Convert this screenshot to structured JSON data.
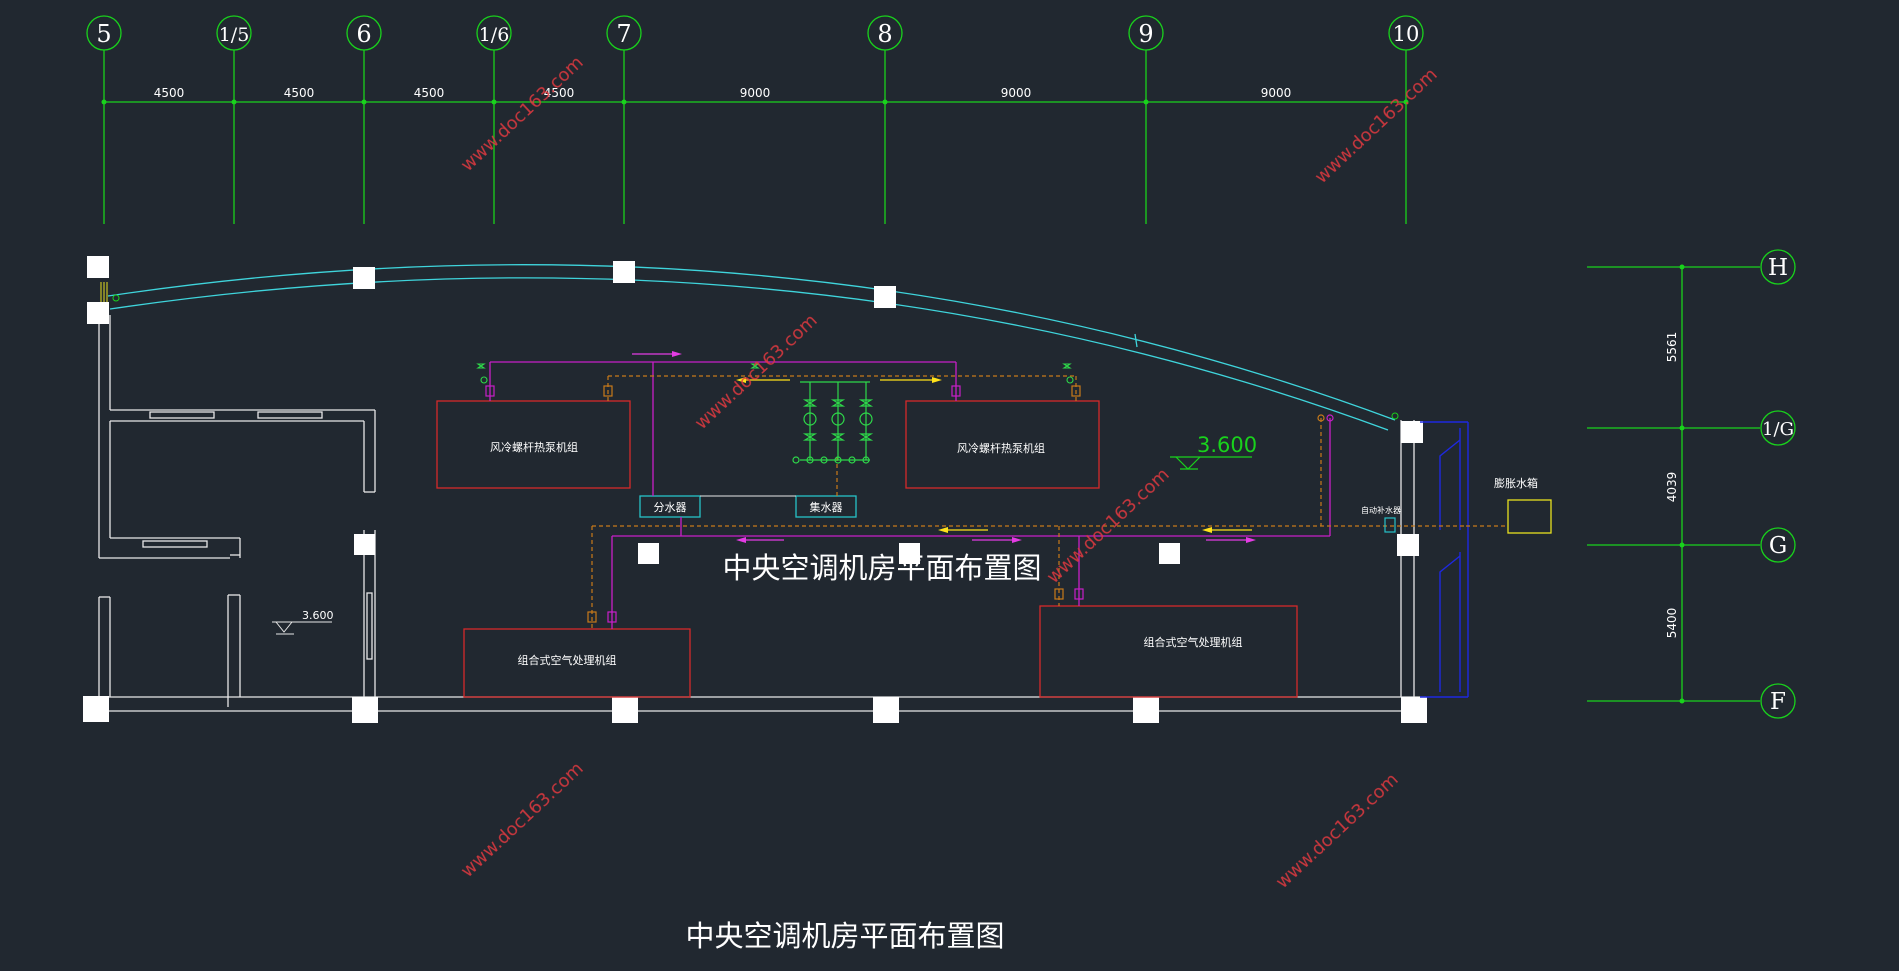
{
  "colors": {
    "background": "#212830",
    "grid": "#19d21c",
    "wall": "#e8e8e8",
    "curve": "#3fd5dc",
    "equipment": "#d42a2a",
    "pipe_supply": "#c81fc8",
    "pipe_return": "#c87a1a",
    "arrow_yellow": "#ffe21a",
    "arrow_magenta": "#e43ce4",
    "valve_green": "#2ed84a",
    "header_box": "#26c2c8",
    "tank": "#e8e020",
    "duct_blue": "#1e28e0",
    "watermark": "#e03a40"
  },
  "axes_top": [
    "5",
    "1/5",
    "6",
    "1/6",
    "7",
    "8",
    "9",
    "10"
  ],
  "spans_top": [
    "4500",
    "4500",
    "4500",
    "4500",
    "9000",
    "9000",
    "9000"
  ],
  "axes_right": [
    "H",
    "1/G",
    "G",
    "F"
  ],
  "spans_right": [
    "5561",
    "4039",
    "5400"
  ],
  "plan": {
    "title_inside": "中央空调机房平面布置图",
    "title_bottom": "中央空调机房平面布置图",
    "elevation_main": "3.600",
    "elevation_side": "3.600",
    "chiller_left": "风冷螺杆热泵机组",
    "chiller_right": "风冷螺杆热泵机组",
    "ahu_left": "组合式空气处理机组",
    "ahu_right": "组合式空气处理机组",
    "header_supply": "分水器",
    "header_return": "集水器",
    "expansion_tank": "膨胀水箱",
    "water_softener": "自动补水器"
  },
  "watermark": "www.doc163.com"
}
